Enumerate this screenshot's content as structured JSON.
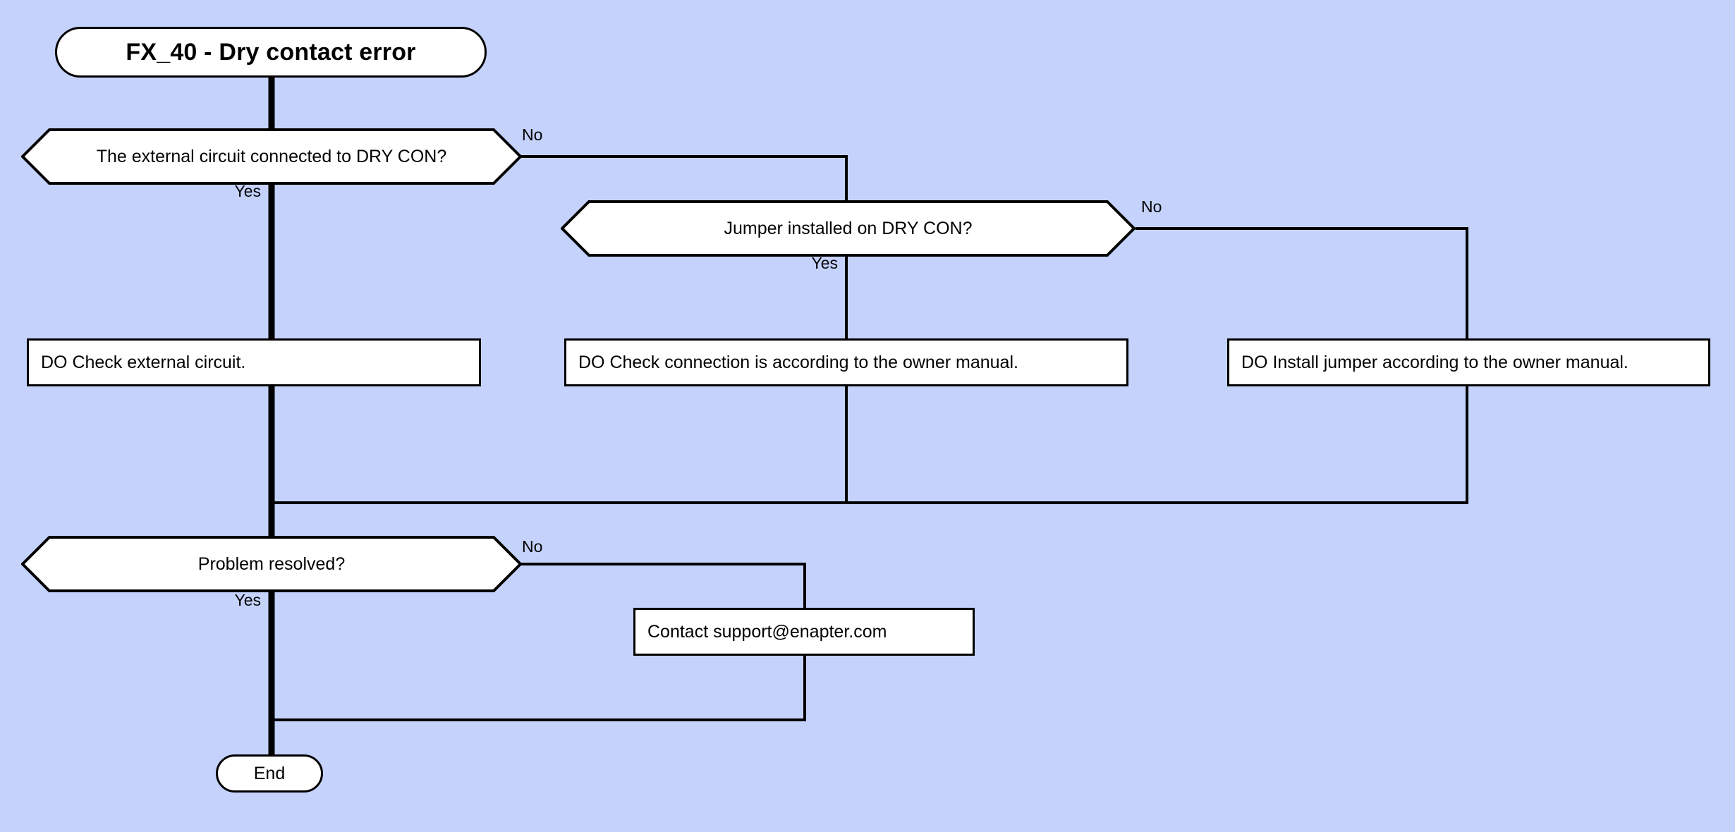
{
  "diagram": {
    "title": "FX_40 - Dry contact error",
    "background_color": "#c5d3fc",
    "line_color": "#000000",
    "node_fill": "#ffffff"
  },
  "nodes": {
    "start": {
      "id": "start",
      "type": "terminator",
      "label": "FX_40 - Dry contact error"
    },
    "decision_external_circuit": {
      "id": "decision_external_circuit",
      "type": "decision",
      "label": "The external circuit connected to DRY CON?"
    },
    "decision_jumper": {
      "id": "decision_jumper",
      "type": "decision",
      "label": "Jumper installed on DRY CON?"
    },
    "action_check_external": {
      "id": "action_check_external",
      "type": "process",
      "label": "DO Check external circuit."
    },
    "action_check_connection": {
      "id": "action_check_connection",
      "type": "process",
      "label": "DO Check connection is according to the owner manual."
    },
    "action_install_jumper": {
      "id": "action_install_jumper",
      "type": "process",
      "label": "DO Install jumper according to the owner manual."
    },
    "decision_problem_resolved": {
      "id": "decision_problem_resolved",
      "type": "decision",
      "label": "Problem resolved?"
    },
    "action_contact_support": {
      "id": "action_contact_support",
      "type": "process",
      "label": "Contact support@enapter.com"
    },
    "end": {
      "id": "end",
      "type": "terminator",
      "label": "End"
    }
  },
  "edge_labels": {
    "external_no": "No",
    "external_yes": "Yes",
    "jumper_no": "No",
    "jumper_yes": "Yes",
    "resolved_no": "No",
    "resolved_yes": "Yes"
  },
  "edges": [
    {
      "from": "start",
      "to": "decision_external_circuit",
      "label": ""
    },
    {
      "from": "decision_external_circuit",
      "to": "decision_jumper",
      "label": "No"
    },
    {
      "from": "decision_external_circuit",
      "to": "action_check_external",
      "label": "Yes"
    },
    {
      "from": "decision_jumper",
      "to": "action_install_jumper",
      "label": "No"
    },
    {
      "from": "decision_jumper",
      "to": "action_check_connection",
      "label": "Yes"
    },
    {
      "from": "action_check_external",
      "to": "decision_problem_resolved",
      "label": ""
    },
    {
      "from": "action_check_connection",
      "to": "decision_problem_resolved",
      "label": ""
    },
    {
      "from": "action_install_jumper",
      "to": "decision_problem_resolved",
      "label": ""
    },
    {
      "from": "decision_problem_resolved",
      "to": "action_contact_support",
      "label": "No"
    },
    {
      "from": "decision_problem_resolved",
      "to": "end",
      "label": "Yes"
    },
    {
      "from": "action_contact_support",
      "to": "end",
      "label": ""
    }
  ]
}
